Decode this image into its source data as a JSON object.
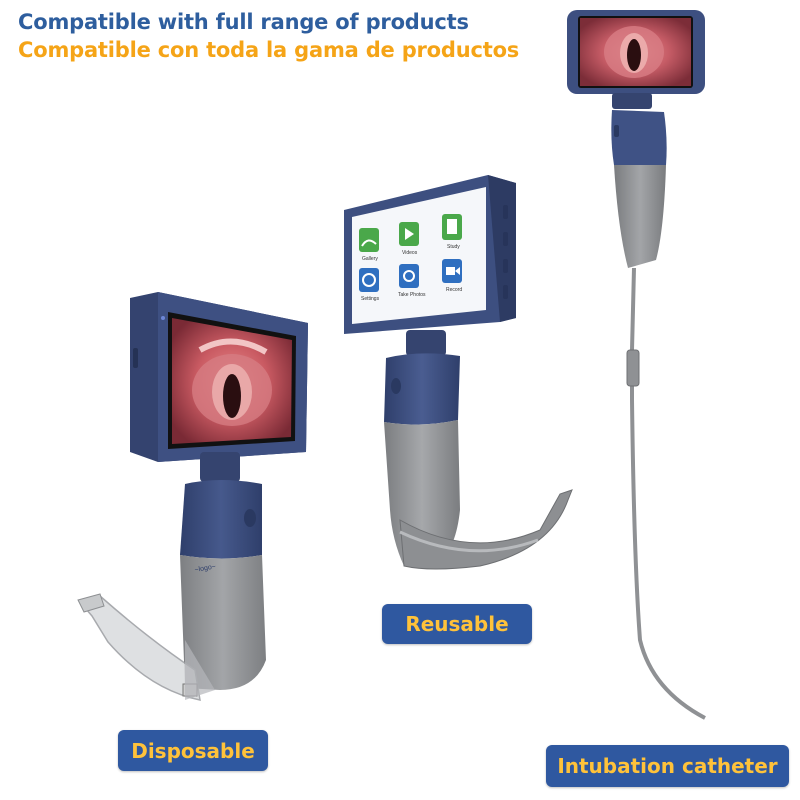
{
  "headline": {
    "english": "Compatible with full range of products",
    "spanish": "Compatible con toda la gama de productos"
  },
  "products": {
    "disposable": {
      "label": "Disposable",
      "brand_mark": "logo"
    },
    "reusable": {
      "label": "Reusable",
      "screen_menu": [
        {
          "label": "Gallery",
          "icon": "gallery-icon"
        },
        {
          "label": "Videos",
          "icon": "play-icon"
        },
        {
          "label": "Study",
          "icon": "book-icon"
        },
        {
          "label": "Settings",
          "icon": "gear-icon"
        },
        {
          "label": "Take Photos",
          "icon": "camera-icon"
        },
        {
          "label": "Record",
          "icon": "video-camera-icon"
        }
      ]
    },
    "catheter": {
      "label": "Intubation catheter"
    }
  },
  "colors": {
    "headline_english": "#2e5e9e",
    "headline_spanish": "#f5a417",
    "label_background": "#2f58a0",
    "label_text": "#ffc23a",
    "device_navy": "#3d4f80",
    "device_gray": "#8f9194"
  }
}
